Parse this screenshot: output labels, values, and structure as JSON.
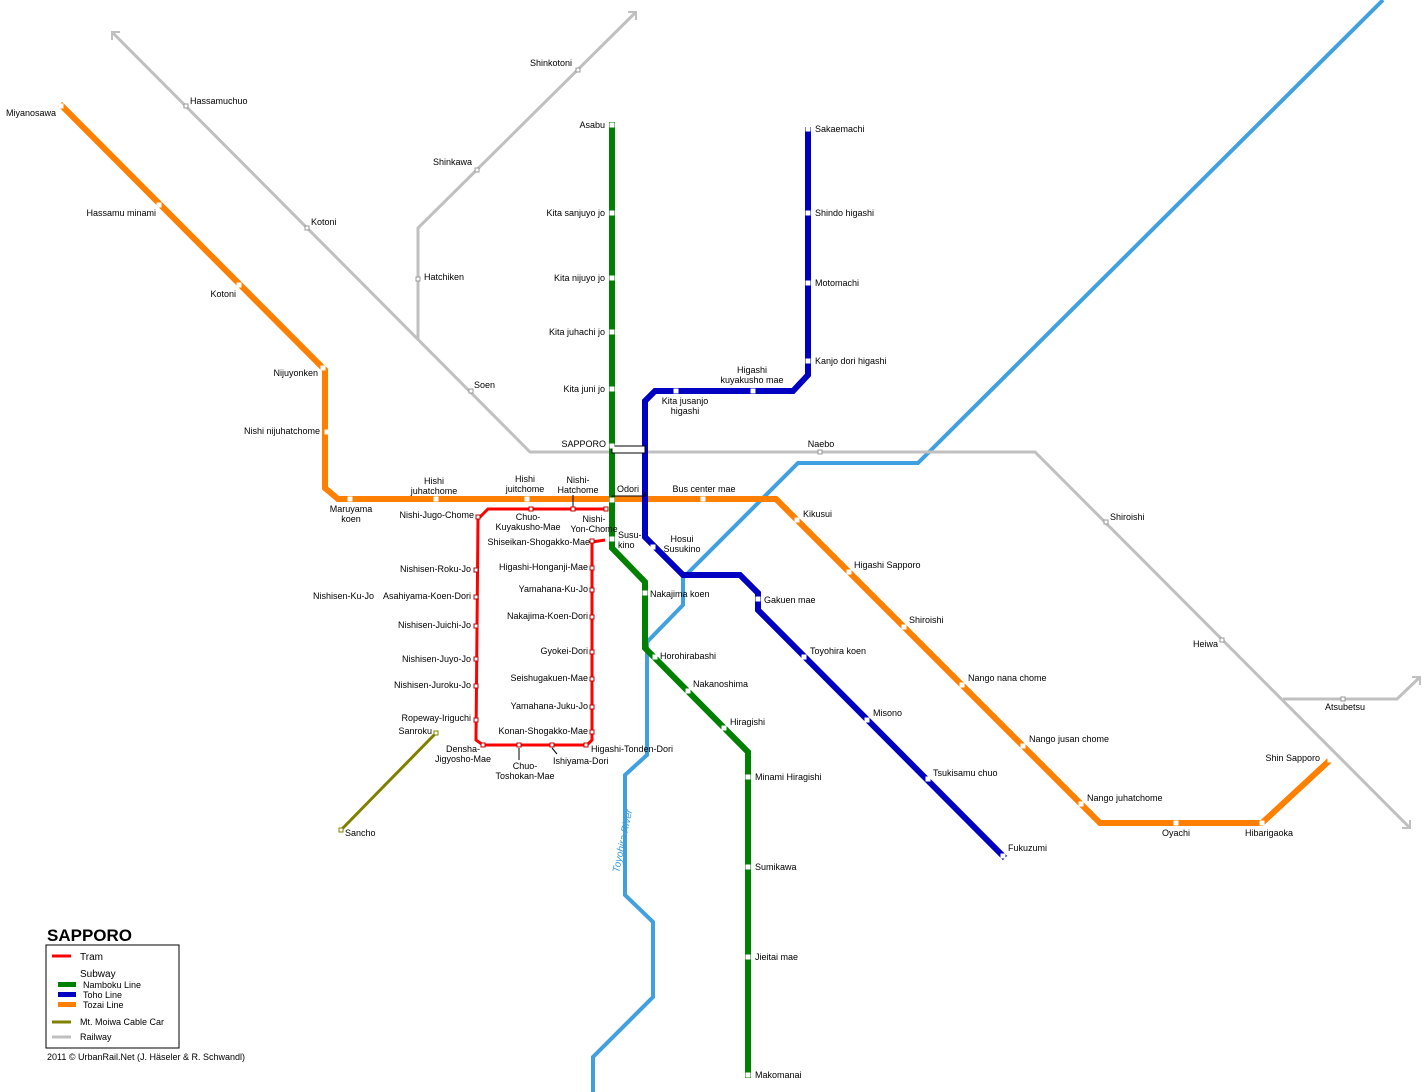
{
  "title": "SAPPORO",
  "credit": "2011 © UrbanRail.Net (J. Häseler & R. Schwandl)",
  "river": "Toyohira River",
  "legend": {
    "tram": "Tram",
    "subway": "Subway",
    "namboku": "Namboku Line",
    "toho": "Toho Line",
    "tozai": "Tozai Line",
    "cable": "Mt. Moiwa Cable Car",
    "railway": "Railway"
  },
  "colors": {
    "tram": "#ff0000",
    "namboku": "#008000",
    "toho": "#0000c0",
    "tozai": "#ff8000",
    "cable": "#808000",
    "railway": "#c0c0c0",
    "river": "#40a0e0"
  },
  "lines": {
    "namboku": [
      "Asabu",
      "Kita sanjuyo jo",
      "Kita nijuyo jo",
      "Kita juhachi jo",
      "Kita juni jo",
      "SAPPORO",
      "Odori",
      "Susu-\nkino",
      "Nakajima koen",
      "Horohirabashi",
      "Nakanoshima",
      "Hiragishi",
      "Minami Hiragishi",
      "Sumikawa",
      "Jieitai mae",
      "Makomanai"
    ],
    "toho": [
      "Sakaemachi",
      "Shindo higashi",
      "Motomachi",
      "Kanjo dori higashi",
      "Higashi\nkuyakusho mae",
      "Kita jusanjo\nhigashi",
      "Hosui\nSusukino",
      "Gakuen mae",
      "Toyohira koen",
      "Misono",
      "Tsukisamu chuo",
      "Fukuzumi"
    ],
    "tozai": [
      "Miyanosawa",
      "Hassamu minami",
      "Kotoni",
      "Nijuyonken",
      "Nishi nijuhatchome",
      "Maruyama\nkoen",
      "Hishi\njuhatchome",
      "Hishi\njuitchome",
      "Bus center mae",
      "Kikusui",
      "Higashi Sapporo",
      "Shiroishi",
      "Nango nana chome",
      "Nango jusan chome",
      "Nango juhatchome",
      "Oyachi",
      "Hibarigaoka",
      "Shin Sapporo"
    ],
    "tram": [
      "Nishi-Jugo-Chome",
      "Chuo-\nKuyakusho-Mae",
      "Nishi-\nHatchome",
      "Nishi-\nYon-Chome",
      "Shiseikan-Shogakko-Mae",
      "Higashi-Honganji-Mae",
      "Yamahana-Ku-Jo",
      "Nakajima-Koen-Dori",
      "Gyokei-Dori",
      "Seishugakuen-Mae",
      "Yamahana-Juku-Jo",
      "Konan-Shogakko-Mae",
      "Higashi-Tonden-Dori",
      "Ishiyama-Dori",
      "Chuo-\nToshokan-Mae",
      "Densha-\nJigyosho-Mae",
      "Ropeway-Iriguchi",
      "Nishisen-Juroku-Jo",
      "Nishisen-Juyo-Jo",
      "Nishisen-Juichi-Jo",
      "Asahiyama-Koen-Dori",
      "Nishisen-Ku-Jo",
      "Nishisen-Roku-Jo"
    ],
    "cable": [
      "Sanroku",
      "Sancho"
    ],
    "railway": [
      "Hassamuchuo",
      "Kotoni",
      "Soen",
      "Naebo",
      "Shiroishi",
      "Heiwa",
      "Atsubetsu",
      "Shinkotoni",
      "Shinkawa",
      "Hatchiken"
    ]
  }
}
